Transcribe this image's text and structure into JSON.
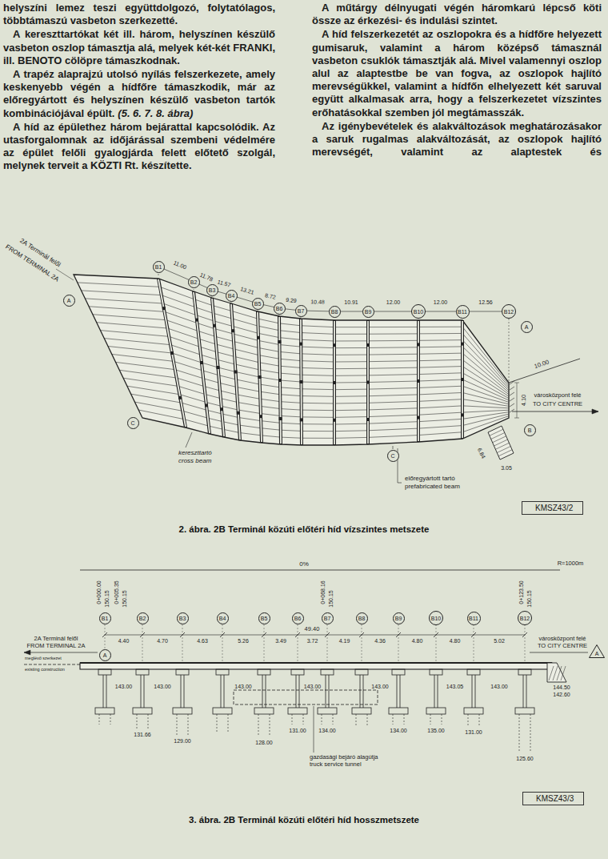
{
  "diagram": {
    "nodes": [
      {
        "text": [
          "A"
        ]
      },
      {
        "text": [
          "B1"
        ]
      },
      {
        "text": [
          "B2"
        ]
      },
      {
        "text": [
          "B3"
        ]
      },
      {
        "text": [
          "B4"
        ]
      },
      {
        "text": [
          "B5"
        ]
      },
      {
        "text": [
          "B6"
        ]
      },
      {
        "text": [
          "B7"
        ]
      },
      {
        "text": [
          "B8"
        ]
      },
      {
        "text": [
          "B9"
        ]
      },
      {
        "text": [
          "B10"
        ]
      },
      {
        "text": [
          "B11"
        ]
      },
      {
        "text": [
          "B12"
        ]
      },
      {
        "text": [
          "A"
        ]
      },
      {
        "text": [
          "B"
        ]
      },
      {
        "text": [
          "C"
        ]
      },
      {
        "text": [
          "C"
        ]
      },
      {
        "text": [
          "B1"
        ]
      },
      {
        "text": [
          "B2"
        ]
      },
      {
        "text": [
          "B3"
        ]
      },
      {
        "text": [
          "B4"
        ]
      },
      {
        "text": [
          "B5"
        ]
      },
      {
        "text": [
          "B6"
        ]
      },
      {
        "text": [
          "B7"
        ]
      },
      {
        "text": [
          "B8"
        ]
      },
      {
        "text": [
          "B9"
        ]
      },
      {
        "text": [
          "B10"
        ]
      },
      {
        "text": [
          "B11"
        ]
      },
      {
        "text": [
          "B12"
        ]
      },
      {
        "text": [
          "A"
        ]
      },
      {
        "text": [
          "A"
        ]
      },
      {
        "text": [
          "KMSZ43/2"
        ]
      },
      {
        "text": [
          "KMSZ43/3"
        ]
      }
    ],
    "labels": [
      "helyszíni lemez teszi együttdolgozó, folytatólagos, többtámaszú vasbeton szerkezetté.",
      "A kereszttartókat két ill. három, helyszínen készülő vasbeton oszlop támasztja alá, melyek két-két FRANKI, ill. BENOTO cölöpre támaszkodnak.",
      "A trapéz alaprajzú utolsó nyílás felszerkezete, amely keskenyebb végén a hídfőre támaszkodik, már az előregyártott és helyszínen készülő vasbeton tartók kombinációjával épült.",
      "(5. 6. 7. 8. ábra)",
      "A híd az épülethez három bejárattal kapcsolódik. Az utasforgalomnak az időjárással szembeni védelmére az épület felőli gyalogjárda felett előtető szolgál, melynek terveit a KÖZTI Rt. készítette.",
      "A műtárgy délnyugati végén háromkarú lépcső köti össze az érkezési- és indulási szintet.",
      "A híd felszerkezetét az oszlopokra és a hídfőre helyezett gumisaruk, valamint a három középső támasznál vasbeton csuklók támasztják alá. Mivel valamennyi oszlop alul az alaptestbe be van fogva, az oszlopok hajlító merevségükkel, valamint a hídfőn elhelyezett két saruval együtt alkalmasak arra, hogy a felszerkezetet vízszintes erőhatásokkal szemben jól megtámasszák.",
      "Az igénybevételek és alakváltozások meghatározásakor a saruk rugalmas alakváltozását, az oszlopok hajlító merevségét, valamint az alaptestek és",
      "2A Terminál felől",
      "FROM TERMINAL 2A",
      "11.00",
      "11.78",
      "11.57",
      "13.21",
      "8.72",
      "9.29",
      "10.48",
      "10.91",
      "12.00",
      "12.00",
      "12.56",
      "10.00",
      "városközpont felé",
      "TO CITY CENTRE",
      "4.10",
      "kereszttartó",
      "cross beam",
      "előregyártott tartó",
      "prefabricated beam",
      "6.84",
      "3.05",
      "2. ábra. 2B Terminál közúti előtéri híd vízszintes metszete",
      "0%",
      "R=1000m",
      "0+000.00",
      "150.15",
      "0+005.35",
      "150.15",
      "0+068.16",
      "150.15",
      "0+123.50",
      "150.15",
      "49.40",
      "4.40",
      "4.70",
      "4.63",
      "5.26",
      "3.49",
      "3.72",
      "4.19",
      "4.36",
      "4.80",
      "4.80",
      "5.02",
      "2A Terminál felől",
      "FROM TERMINAL 2A",
      "városközpont felé",
      "TO CITY CENTRE",
      "meglévő szerkezet",
      "existing construction",
      "143.00",
      "143.00",
      "143.00",
      "143.00",
      "143.00",
      "143.05",
      "143.00",
      "144.50",
      "142.60",
      "131.66",
      "129.00",
      "128.00",
      "131.00",
      "134.00",
      "134.00",
      "135.00",
      "131.00",
      "125.60",
      "gazdasági bejáró alagútja",
      "truck service tunnel",
      "3. ábra. 2B Terminál közúti előtéri híd hosszmetszete"
    ]
  }
}
